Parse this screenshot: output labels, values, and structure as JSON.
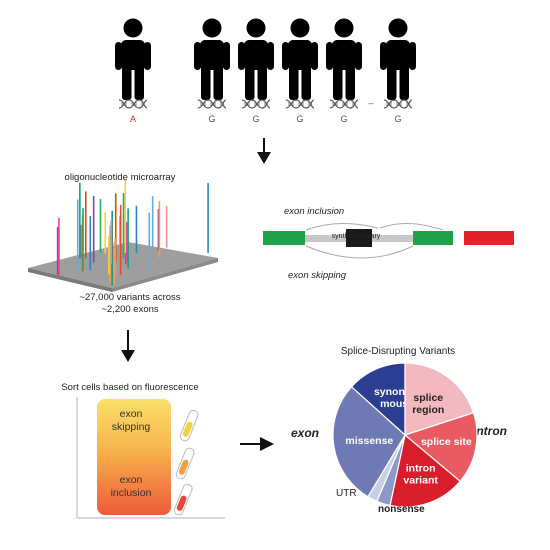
{
  "people": {
    "alleles": [
      "A",
      "G",
      "G",
      "G",
      "G",
      "G"
    ],
    "ellipsis": "–",
    "colors": {
      "person": "#000000",
      "variant_allele": "#e0282e",
      "reference_allele": "#555555"
    }
  },
  "microarray": {
    "title": "oligonucleotide microarray",
    "variants_line1": "~27,000 variants across",
    "variants_line2": "~2,200 exons"
  },
  "splicing": {
    "exon_inclusion": "exon inclusion",
    "exon_skipping": "exon skipping",
    "library_label": "synthetic library",
    "colors": {
      "green": "#1fa24a",
      "red": "#e3232c",
      "black": "#1a1a1a"
    }
  },
  "sorting": {
    "title": "Sort cells based on fluorescence",
    "top_label_line1": "exon",
    "top_label_line2": "skipping",
    "bottom_label_line1": "exon",
    "bottom_label_line2": "inclusion"
  },
  "pie": {
    "title": "Splice-Disrupting Variants",
    "side_exon": "exon",
    "side_intron": "intron",
    "slices": [
      {
        "name": "synony-mous",
        "line1": "synony-",
        "line2": "mous",
        "color": "#2c3e91"
      },
      {
        "name": "splice region",
        "line1": "splice",
        "line2": "region",
        "color": "#f4b8c0"
      },
      {
        "name": "splice site",
        "line1": "splice site",
        "line2": "",
        "color": "#ea5a63"
      },
      {
        "name": "intron variant",
        "line1": "intron",
        "line2": "variant",
        "color": "#d81e2a"
      },
      {
        "name": "nonsense",
        "line1": "nonsense",
        "line2": "",
        "color": "#8d9ac9"
      },
      {
        "name": "UTR",
        "line1": "UTR",
        "line2": "",
        "color": "#c9cfe6"
      },
      {
        "name": "missense",
        "line1": "missense",
        "line2": "",
        "color": "#6e79b6"
      }
    ]
  }
}
